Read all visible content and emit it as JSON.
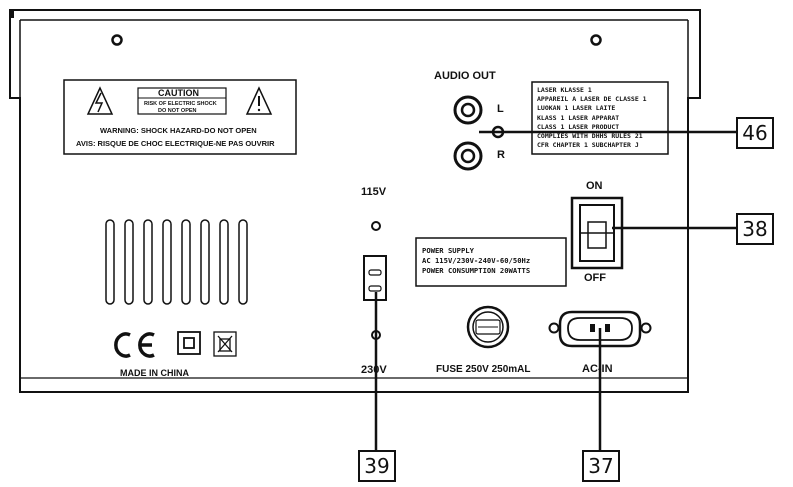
{
  "warning_label": {
    "caution": "CAUTION",
    "risk_line1": "RISK OF ELECTRIC SHOCK",
    "risk_line2": "DO NOT OPEN",
    "warning": "WARNING: SHOCK HAZARD-DO NOT OPEN",
    "avis": "AVIS: RISQUE DE CHOC ELECTRIQUE-NE PAS OUVRIR"
  },
  "audio_out": {
    "title": "AUDIO OUT",
    "left": "L",
    "right": "R"
  },
  "laser_label": {
    "lines": [
      "LASER KLASSE 1",
      "APPAREIL A LASER DE CLASSE 1",
      "LUOKAN 1 LASER LAITE",
      "KLASS 1 LASER APPARAT",
      "CLASS 1 LASER PRODUCT",
      "COMPLIES WITH DHHS RULES 21",
      "CFR CHAPTER 1 SUBCHAPTER J"
    ]
  },
  "power_switch": {
    "on": "ON",
    "off": "OFF"
  },
  "voltage_selector": {
    "top": "115V",
    "bottom": "230V"
  },
  "power_supply_label": {
    "lines": [
      "POWER SUPPLY",
      "AC 115V/230V-240V-60/50Hz",
      "POWER CONSUMPTION 20WATTS"
    ]
  },
  "fuse": {
    "label": "FUSE 250V 250mAL"
  },
  "ac_in": {
    "label": "AC-IN"
  },
  "made_in": "MADE IN CHINA",
  "callouts": {
    "c46": "46",
    "c38": "38",
    "c39": "39",
    "c37": "37"
  }
}
